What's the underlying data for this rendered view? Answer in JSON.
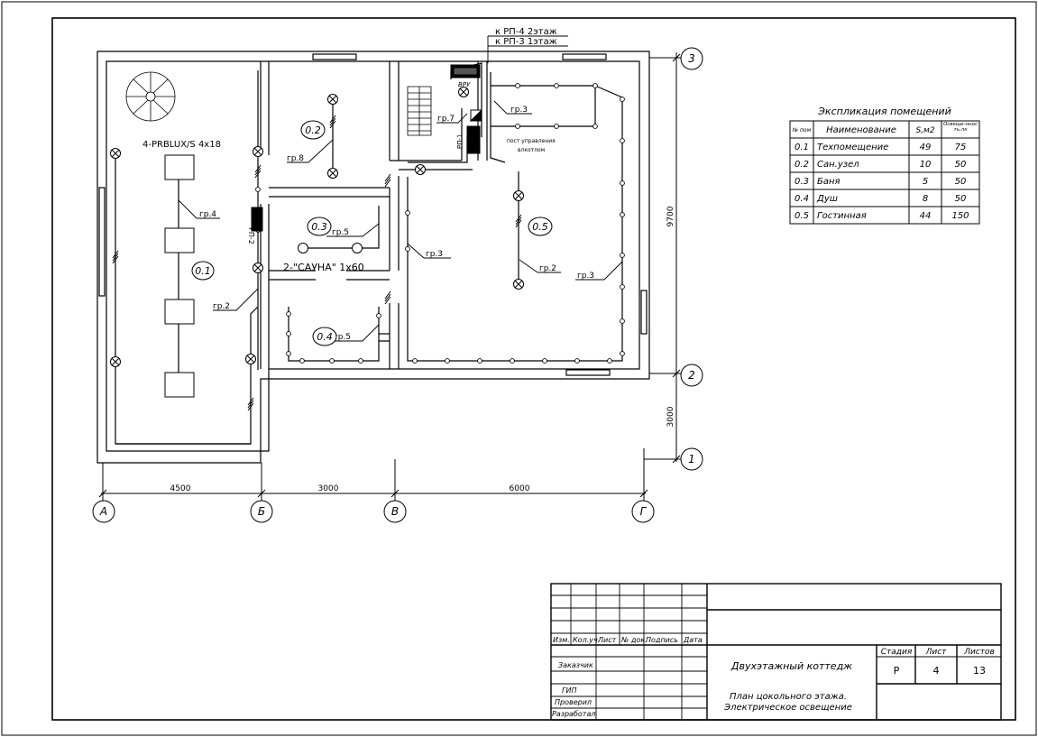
{
  "plan": {
    "feeder_1": "к РП-4 2этаж",
    "feeder_2": "к РП-3 1этаж",
    "vru": "ВРУ",
    "rp1": "РП-1",
    "rp2": "РП-2",
    "post_1": "пост управления",
    "post_2": "влкотлом",
    "lamp_label": "4-PRBLUX/S 4x18",
    "sauna_lamps": "2-\"САУНА\" 1x60",
    "groups": {
      "g2_left": "гр.2",
      "g4": "гр.4",
      "g8": "гр.8",
      "g7": "гр.7",
      "g3_top": "гр.3",
      "g5_sauna": "гр.5",
      "g5_shower": "гр.5",
      "g3_mid": "гр.3",
      "g2_right": "гр.2",
      "g3_right": "гр.3"
    },
    "rooms": [
      "0.1",
      "0.2",
      "0.3",
      "0.4",
      "0.5"
    ],
    "axes": {
      "h": [
        "А",
        "Б",
        "В",
        "Г"
      ],
      "v": [
        "3",
        "2",
        "1"
      ]
    },
    "dims": {
      "h": [
        "4500",
        "3000",
        "6000"
      ],
      "v": [
        "9700",
        "3000"
      ]
    }
  },
  "explication": {
    "title": "Экспликация помещений",
    "headers": [
      "№ пом",
      "Наименование",
      "S,м2",
      "Освеще-нность,лк"
    ],
    "rows": [
      [
        "0.1",
        "Техпомещение",
        "49",
        "75"
      ],
      [
        "0.2",
        "Сан.узел",
        "10",
        "50"
      ],
      [
        "0.3",
        "Баня",
        "5",
        "50"
      ],
      [
        "0.4",
        "Душ",
        "8",
        "50"
      ],
      [
        "0.5",
        "Гостинная",
        "44",
        "150"
      ]
    ]
  },
  "stamp": {
    "cols": [
      "Изм.",
      "Кол.уч.",
      "Лист",
      "№ док.",
      "Подпись",
      "Дата"
    ],
    "roles": [
      "Заказчик",
      "ГИП",
      "Проверил",
      "Разработал"
    ],
    "project": "Двухэтажный коттедж",
    "sheet_title_1": "План цокольного этажа.",
    "sheet_title_2": "Электрическое освещение",
    "stage_h": "Стадия",
    "sheet_h": "Лист",
    "sheets_h": "Листов",
    "stage": "Р",
    "sheet": "4",
    "sheets": "13"
  }
}
